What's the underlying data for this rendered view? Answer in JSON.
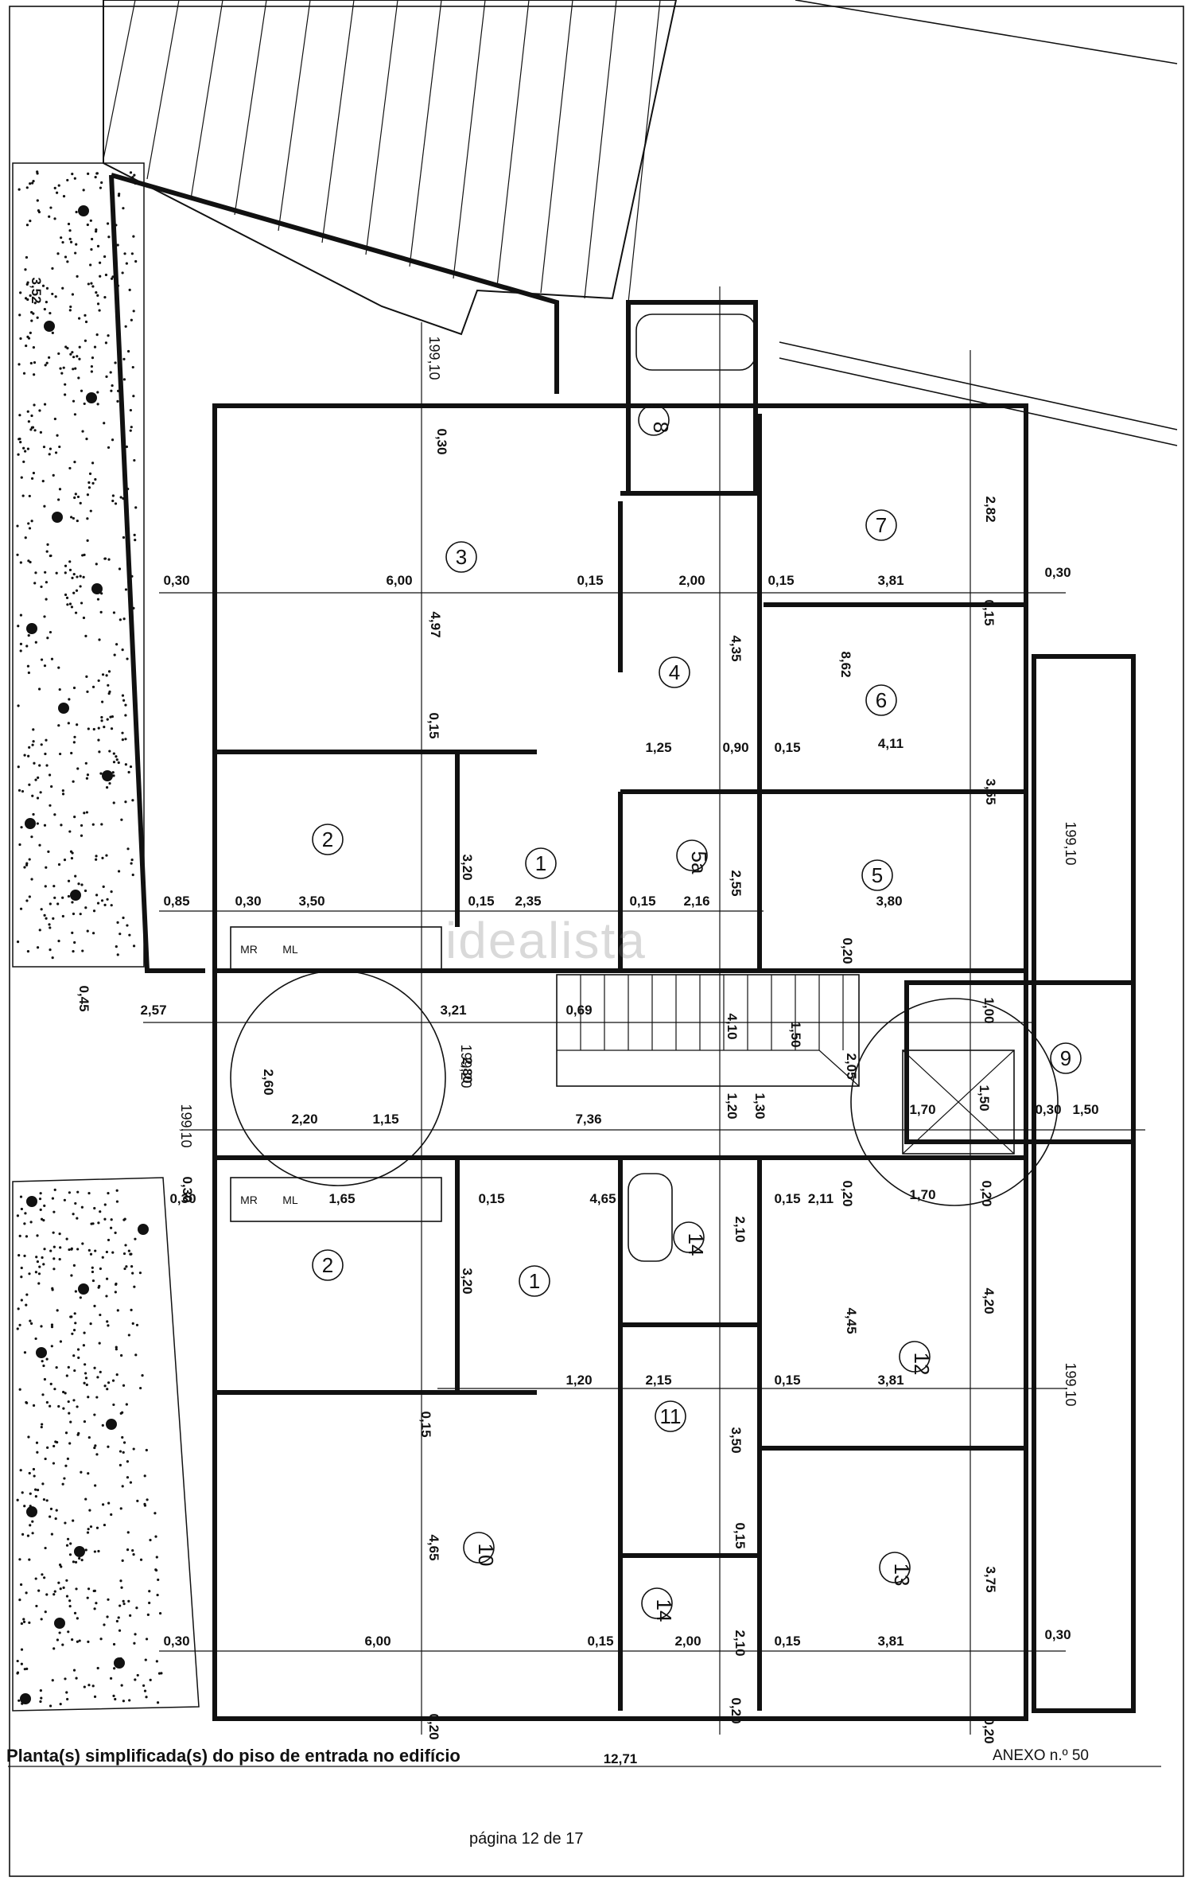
{
  "caption": "Planta(s) simplificada(s) do piso de entrada no edifício",
  "annex": "ANEXO n.º 50",
  "page_label": "página 12 de 17",
  "watermark": "idealista",
  "total_length": "12,71",
  "elevations": [
    "199,10",
    "199,10",
    "199,20",
    "199,10",
    "199,10"
  ],
  "rooms": [
    "3",
    "4",
    "7",
    "6",
    "8",
    "2",
    "1",
    "5a",
    "5",
    "9",
    "2",
    "1",
    "14",
    "12",
    "11",
    "10",
    "14",
    "13"
  ],
  "fixtures": [
    "MR",
    "ML",
    "MR",
    "ML"
  ],
  "dimensions": [
    "0,30",
    "6,00",
    "0,15",
    "2,00",
    "0,15",
    "3,81",
    "0,30",
    "0,30",
    "4,97",
    "0,15",
    "4,35",
    "1,25",
    "0,90",
    "0,15",
    "8,62",
    "4,11",
    "2,82",
    "0,15",
    "3,52",
    "0,85",
    "0,30",
    "3,50",
    "3,20",
    "0,15",
    "2,35",
    "0,15",
    "2,16",
    "2,55",
    "3,80",
    "3,55",
    "0,45",
    "2,57",
    "3,21",
    "0,69",
    "4,10",
    "1,50",
    "0,20",
    "1,00",
    "2,60",
    "2,20",
    "1,15",
    "2,80",
    "7,36",
    "1,20",
    "1,30",
    "2,05",
    "1,70",
    "1,50",
    "0,30",
    "1,50",
    "0,30",
    "1,65",
    "0,15",
    "4,65",
    "2,10",
    "0,15",
    "2,11",
    "0,20",
    "1,70",
    "0,20",
    "3,20",
    "4,45",
    "4,20",
    "1,20",
    "2,15",
    "0,15",
    "3,81",
    "3,50",
    "0,15",
    "4,65",
    "3,75",
    "0,30",
    "6,00",
    "0,15",
    "2,00",
    "2,10",
    "0,15",
    "3,81",
    "0,30",
    "0,20",
    "0,20",
    "0,30",
    "0,15",
    "0,20"
  ]
}
